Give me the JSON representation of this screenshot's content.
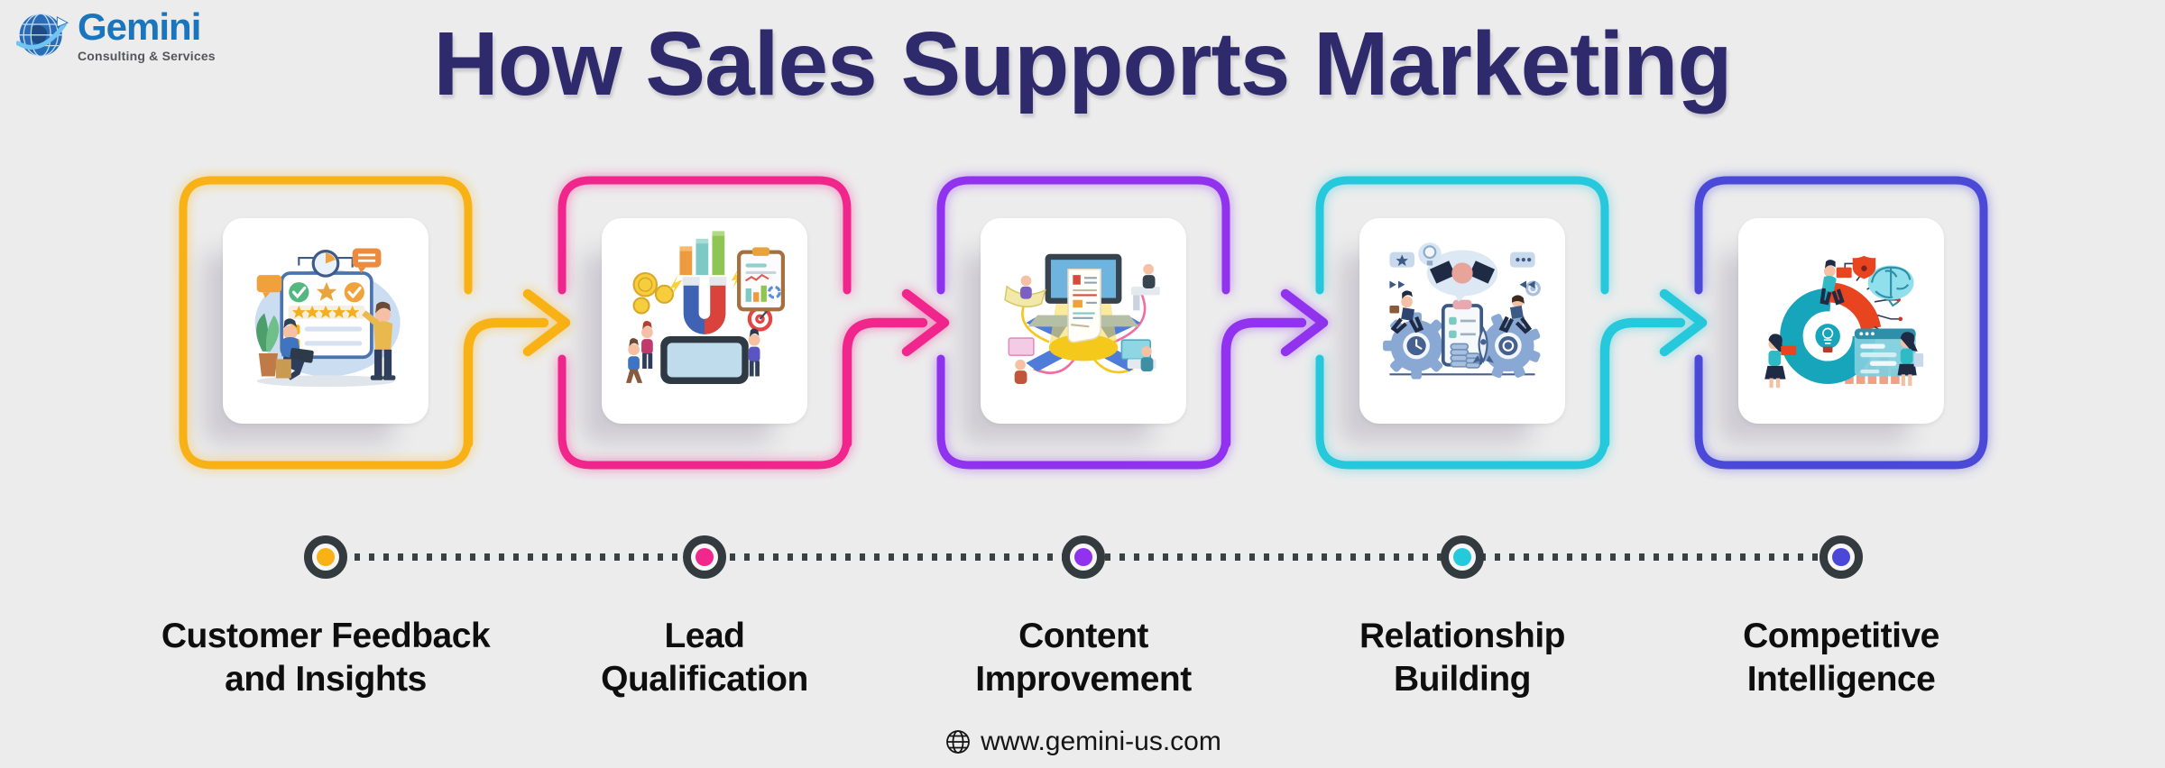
{
  "page": {
    "background": "#ECECEC",
    "label_color": "#0E0E0E"
  },
  "brand": {
    "name": "Gemini",
    "tagline": "Consulting & Services",
    "name_color": "#1B75BC",
    "tagline_color": "#55565A",
    "logo_icon": "globe-logo-icon"
  },
  "title": {
    "text": "How Sales Supports Marketing",
    "color": "#2E2A6B"
  },
  "steps": [
    {
      "index": 1,
      "label": "Customer Feedback and Insights",
      "label_line1": "Customer Feedback",
      "label_line2": "and Insights",
      "color": "#F9B215",
      "illustration": "customer-feedback"
    },
    {
      "index": 2,
      "label": "Lead Qualification",
      "label_line1": "Lead",
      "label_line2": "Qualification",
      "color": "#F0288C",
      "illustration": "lead-qualification"
    },
    {
      "index": 3,
      "label": "Content Improvement",
      "label_line1": "Content",
      "label_line2": "Improvement",
      "color": "#9032EE",
      "illustration": "content-improvement"
    },
    {
      "index": 4,
      "label": "Relationship Building",
      "label_line1": "Relationship",
      "label_line2": "Building",
      "color": "#25C9DC",
      "illustration": "relationship-building"
    },
    {
      "index": 5,
      "label": "Competitive Intelligence",
      "label_line1": "Competitive",
      "label_line2": "Intelligence",
      "color": "#4B48D8",
      "illustration": "competitive-intelligence"
    }
  ],
  "timeline": {
    "ring_color": "#333B3F",
    "dotted_line_color": "#3A4144"
  },
  "footer": {
    "website": "www.gemini-us.com",
    "globe_icon": "globe-icon"
  }
}
